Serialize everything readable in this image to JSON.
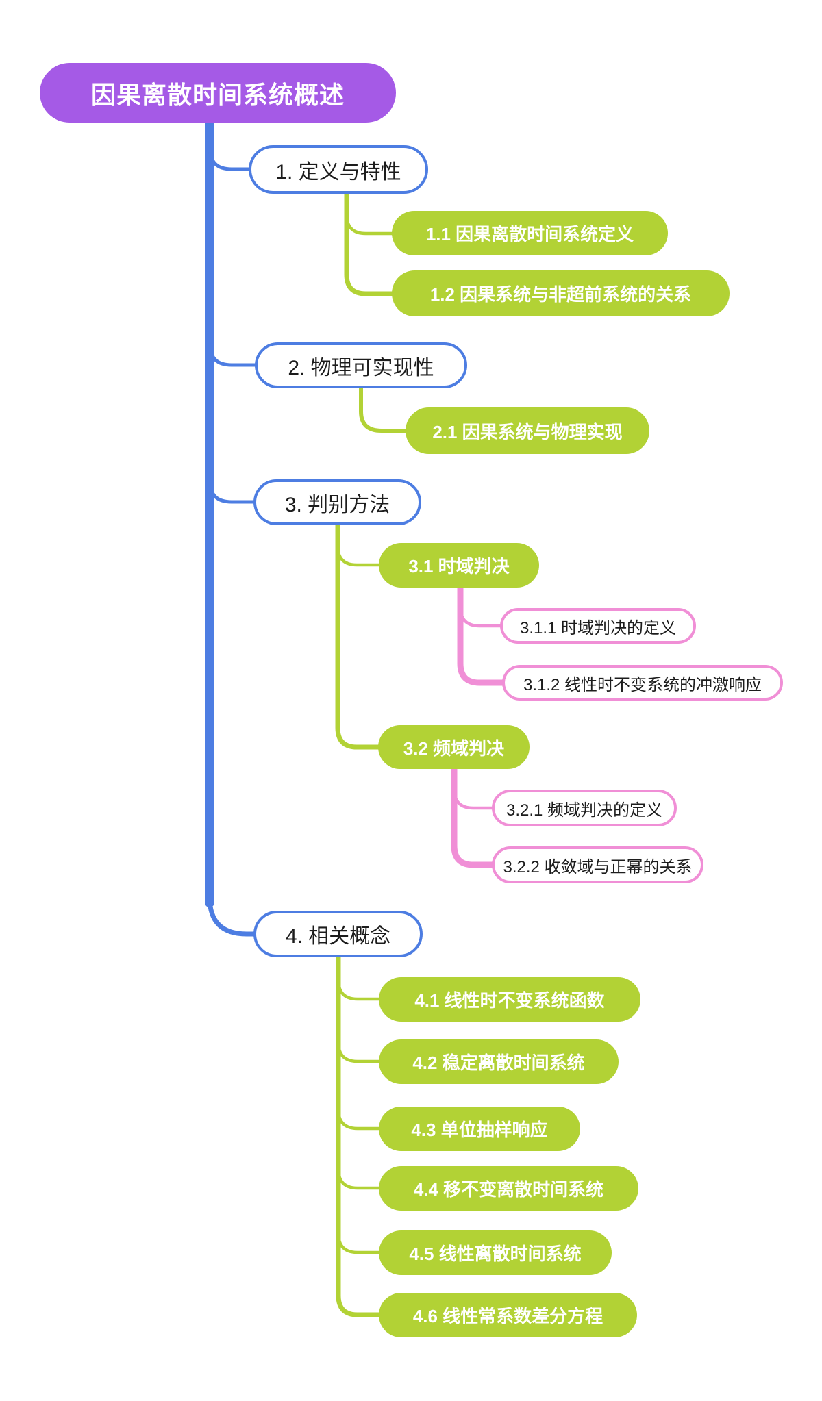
{
  "colors": {
    "root_fill": "#a55ae6",
    "branch_blue": "#4d7de2",
    "topic_green": "#b2d235",
    "subtopic_pink": "#f08fd6",
    "text_dark": "#1c1c1c",
    "text_light": "#ffffff",
    "canvas_bg": "#ffffff"
  },
  "mindmap": {
    "root": {
      "label": "因果离散时间系统概述"
    },
    "branches": [
      {
        "label": "1. 定义与特性",
        "children": [
          {
            "label": "1.1 因果离散时间系统定义"
          },
          {
            "label": "1.2 因果系统与非超前系统的关系"
          }
        ]
      },
      {
        "label": "2. 物理可实现性",
        "children": [
          {
            "label": "2.1 因果系统与物理实现"
          }
        ]
      },
      {
        "label": "3. 判别方法",
        "children": [
          {
            "label": "3.1 时域判决",
            "children": [
              {
                "label": "3.1.1 时域判决的定义"
              },
              {
                "label": "3.1.2 线性时不变系统的冲激响应"
              }
            ]
          },
          {
            "label": "3.2 频域判决",
            "children": [
              {
                "label": "3.2.1 频域判决的定义"
              },
              {
                "label": "3.2.2 收敛域与正幂的关系"
              }
            ]
          }
        ]
      },
      {
        "label": "4. 相关概念",
        "children": [
          {
            "label": "4.1 线性时不变系统函数"
          },
          {
            "label": "4.2 稳定离散时间系统"
          },
          {
            "label": "4.3 单位抽样响应"
          },
          {
            "label": "4.4 移不变离散时间系统"
          },
          {
            "label": "4.5 线性离散时间系统"
          },
          {
            "label": "4.6 线性常系数差分方程"
          }
        ]
      }
    ]
  }
}
